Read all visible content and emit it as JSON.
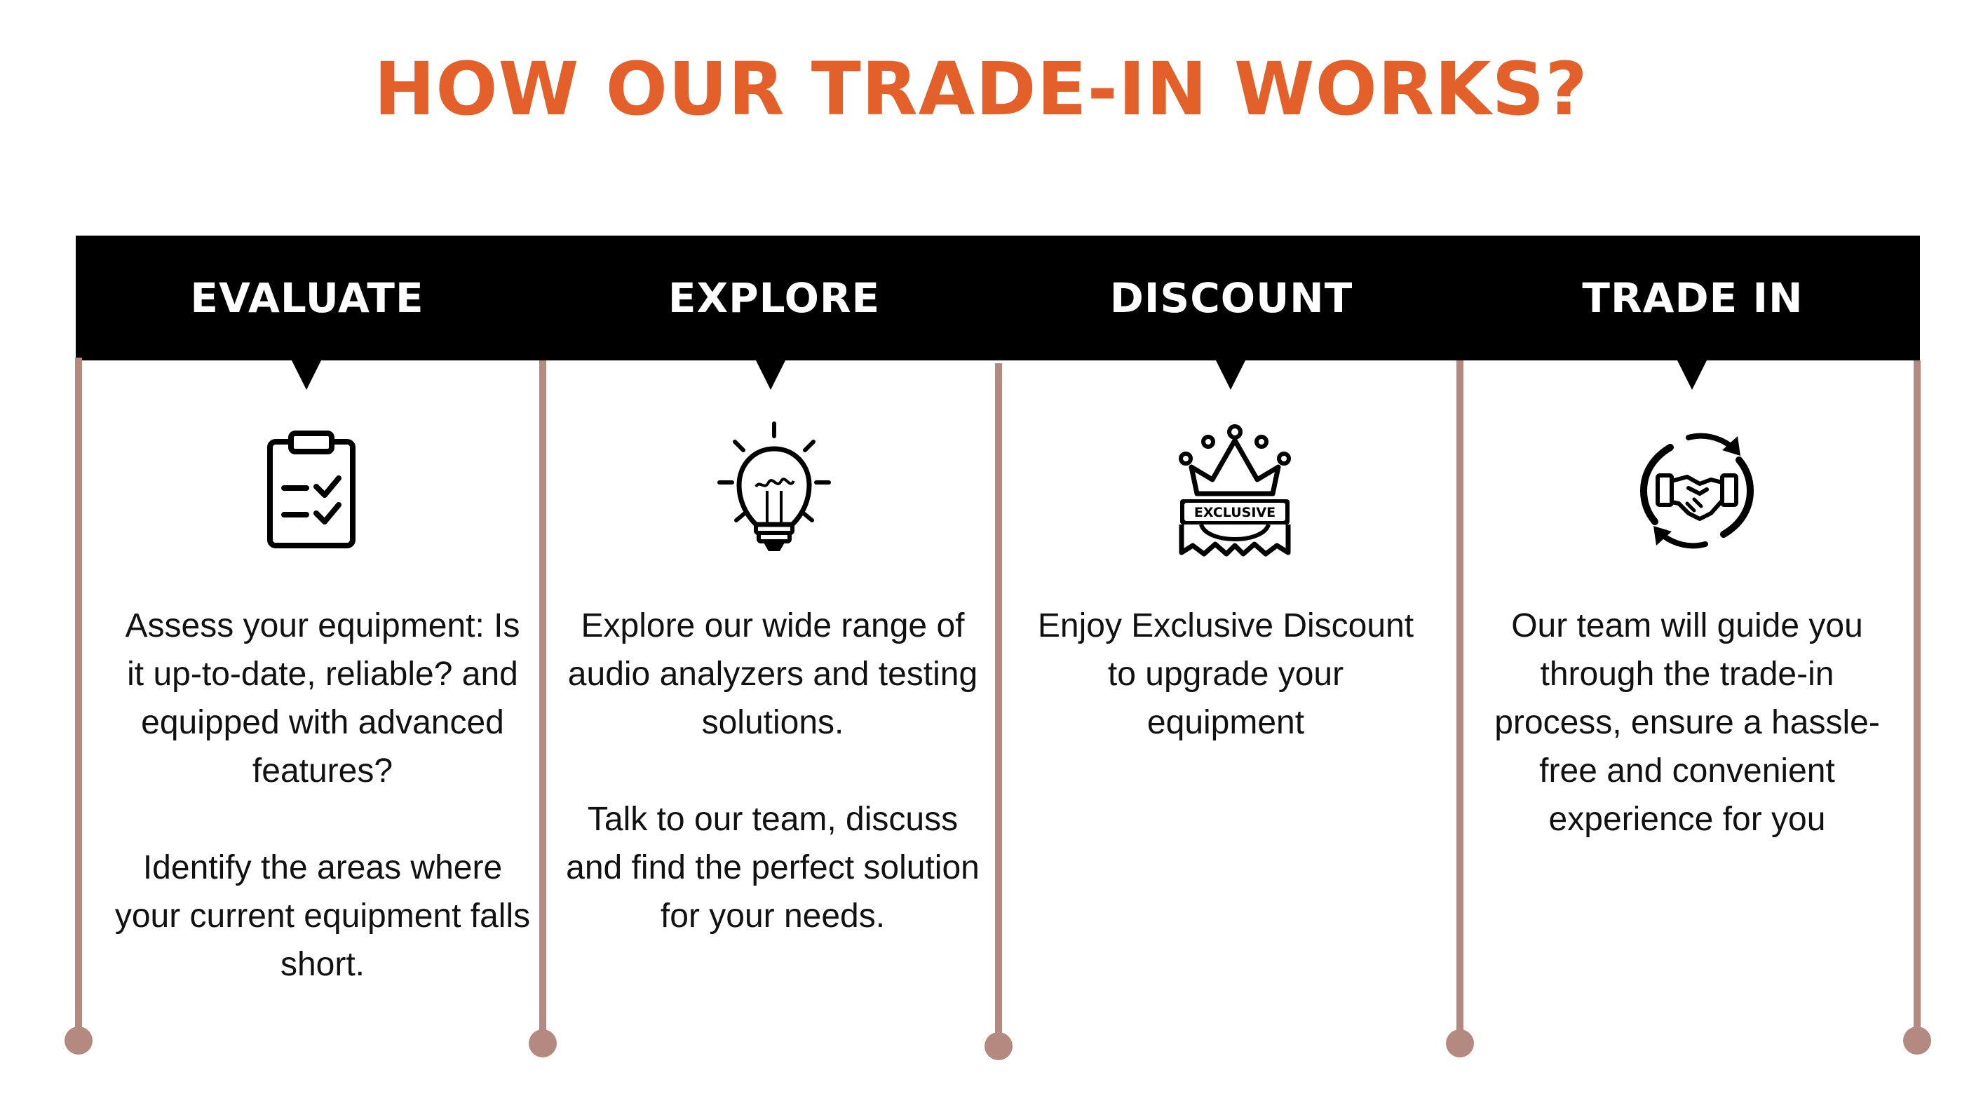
{
  "title": "HOW OUR TRADE-IN WORKS?",
  "colors": {
    "title": "#e4602a",
    "header_bg": "#000000",
    "divider": "#b48a80",
    "text": "#111111"
  },
  "steps": [
    {
      "title": "EVALUATE",
      "icon": "clipboard-checklist-icon",
      "paragraphs": [
        "Assess your equipment: Is it  up-to-date, reliable? and equipped with advanced features?",
        "Identify the areas where your current equipment falls short."
      ]
    },
    {
      "title": "EXPLORE",
      "icon": "lightbulb-icon",
      "paragraphs": [
        "Explore our wide range of audio analyzers and testing solutions.",
        "Talk to our team, discuss and find the perfect solution for your needs."
      ]
    },
    {
      "title": "DISCOUNT",
      "icon": "exclusive-crown-badge-icon",
      "badge_text": "EXCLUSIVE",
      "paragraphs": [
        "Enjoy Exclusive Discount to upgrade your equipment"
      ]
    },
    {
      "title": "TRADE IN",
      "icon": "handshake-exchange-icon",
      "paragraphs": [
        "Our team will guide you through the trade-in process, ensure a hassle-free and convenient experience for you"
      ]
    }
  ]
}
